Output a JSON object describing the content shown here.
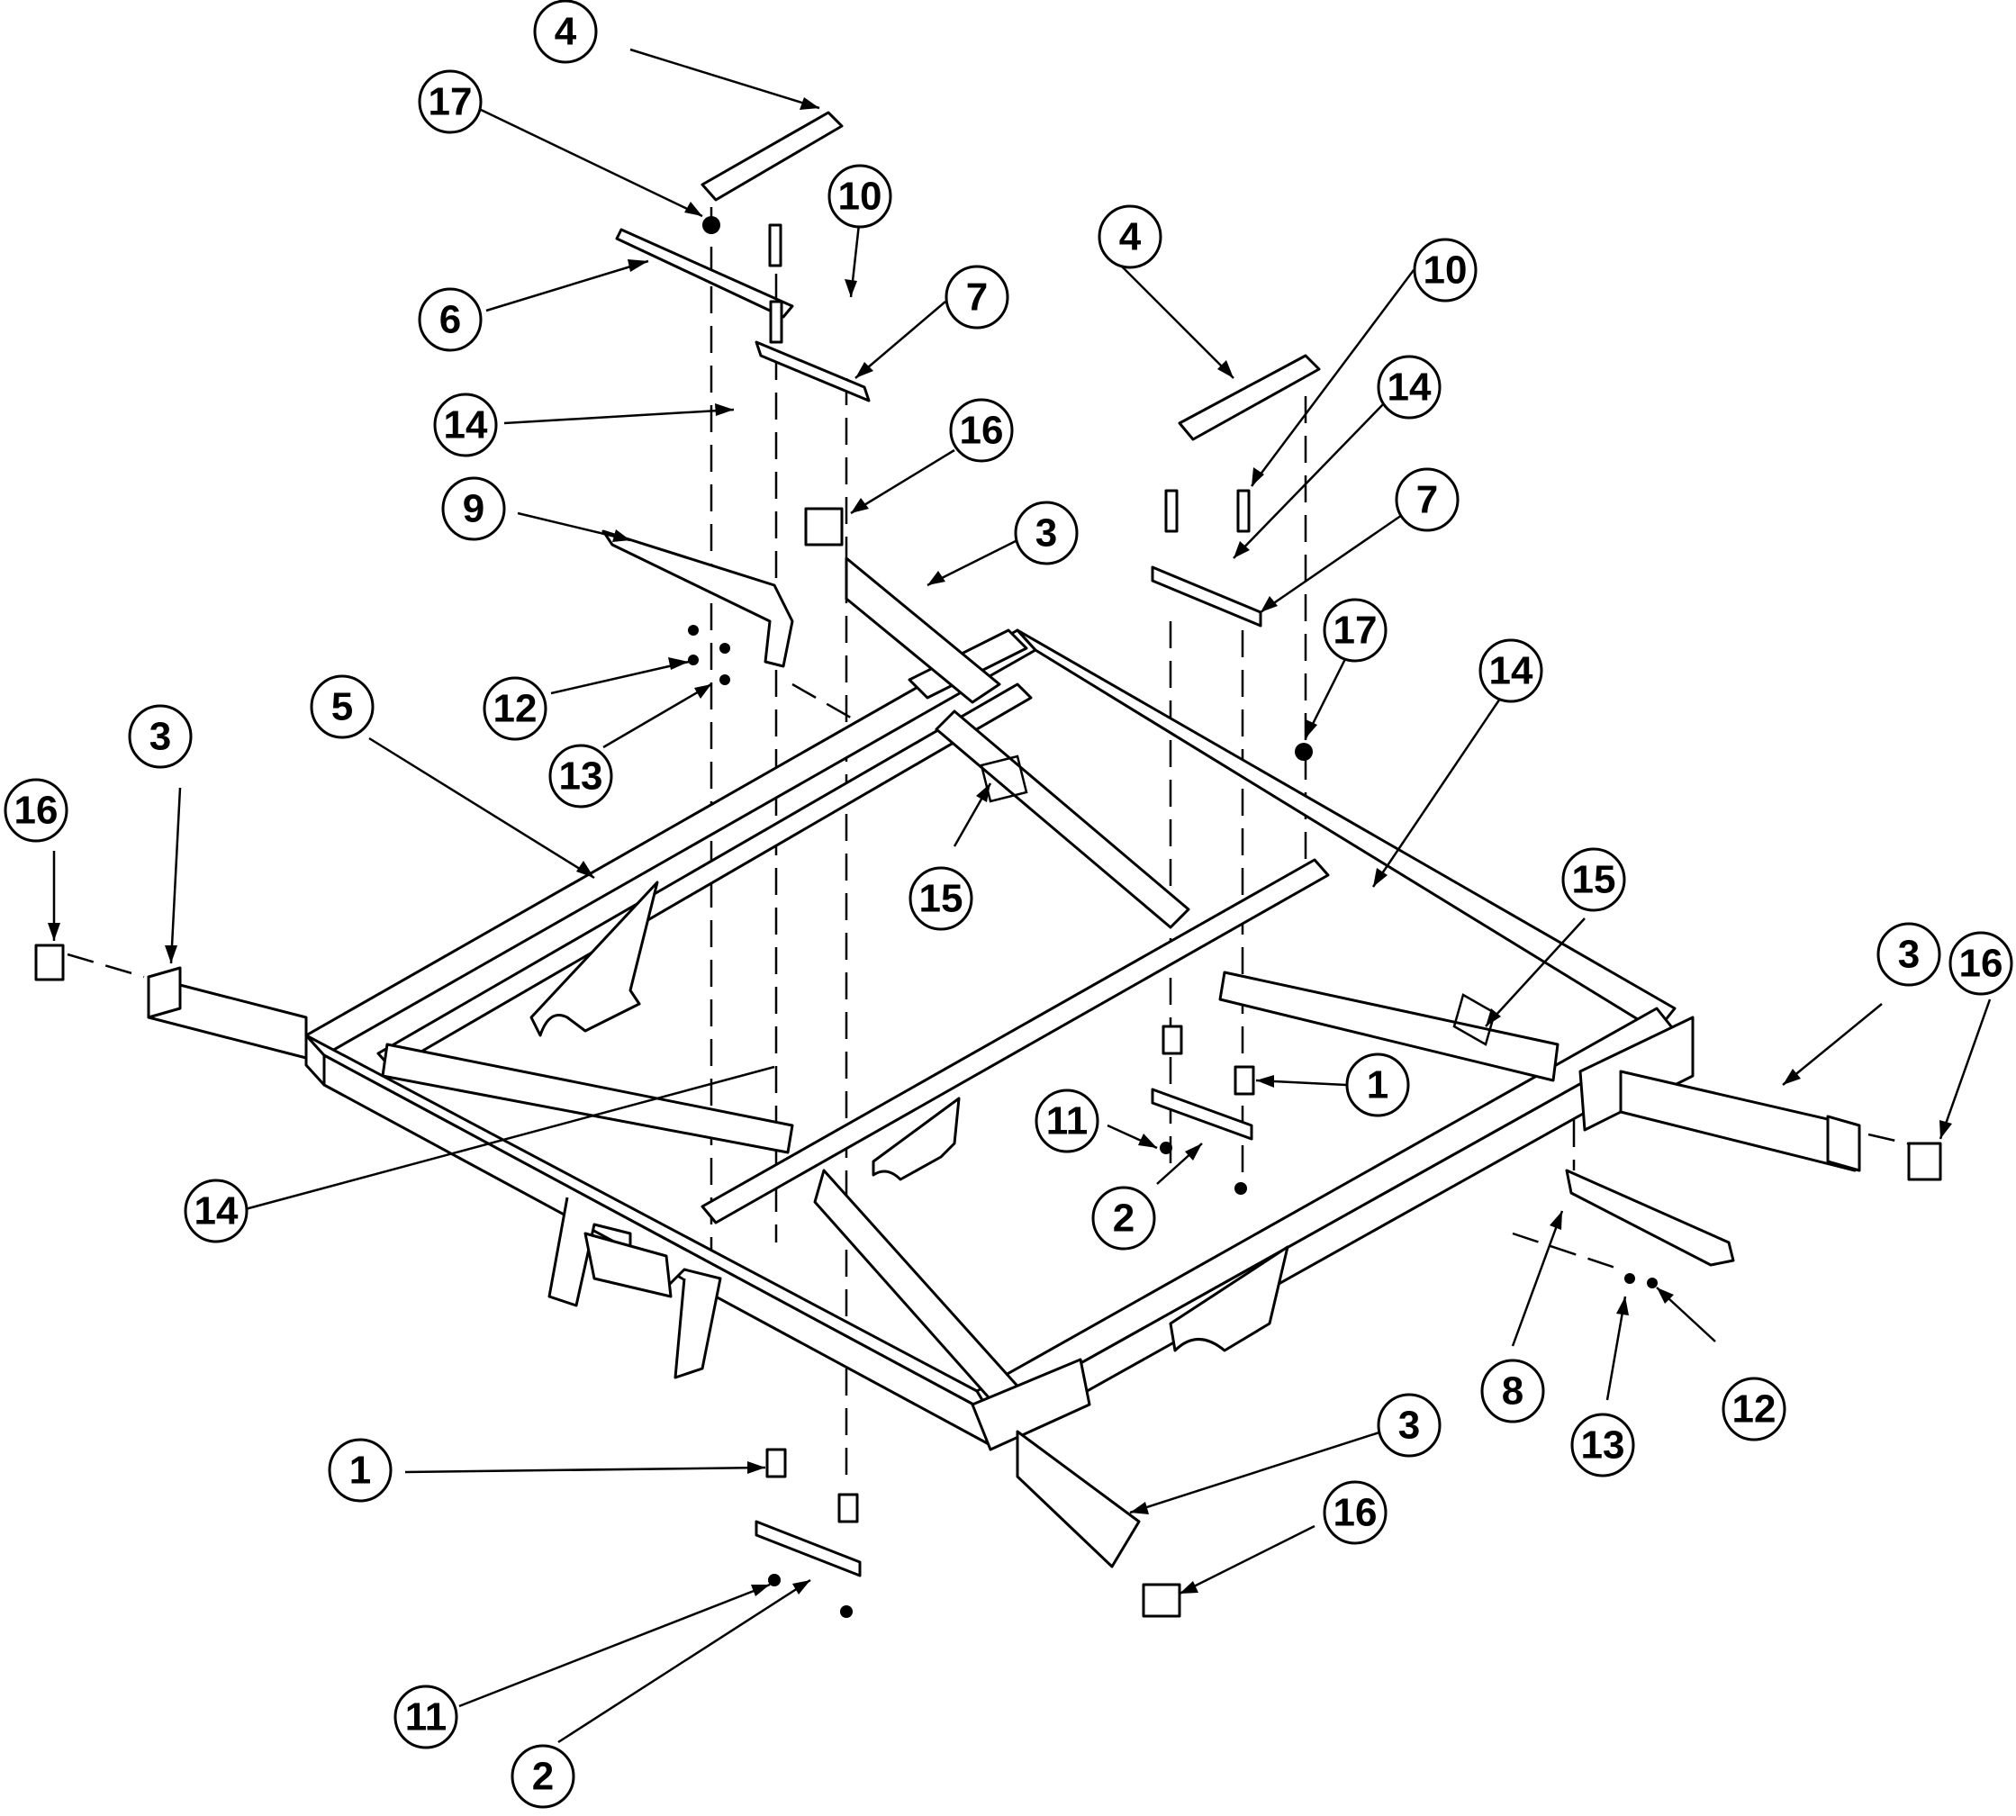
{
  "callouts": [
    {
      "label": "4"
    },
    {
      "label": "17"
    },
    {
      "label": "10"
    },
    {
      "label": "6"
    },
    {
      "label": "7"
    },
    {
      "label": "14"
    },
    {
      "label": "9"
    },
    {
      "label": "16"
    },
    {
      "label": "3"
    },
    {
      "label": "4"
    },
    {
      "label": "10"
    },
    {
      "label": "14"
    },
    {
      "label": "7"
    },
    {
      "label": "17"
    },
    {
      "label": "14"
    },
    {
      "label": "12"
    },
    {
      "label": "13"
    },
    {
      "label": "5"
    },
    {
      "label": "3"
    },
    {
      "label": "16"
    },
    {
      "label": "15"
    },
    {
      "label": "15"
    },
    {
      "label": "3"
    },
    {
      "label": "16"
    },
    {
      "label": "1"
    },
    {
      "label": "11"
    },
    {
      "label": "2"
    },
    {
      "label": "14"
    },
    {
      "label": "8"
    },
    {
      "label": "13"
    },
    {
      "label": "12"
    },
    {
      "label": "1"
    },
    {
      "label": "3"
    },
    {
      "label": "16"
    },
    {
      "label": "11"
    },
    {
      "label": "2"
    }
  ]
}
